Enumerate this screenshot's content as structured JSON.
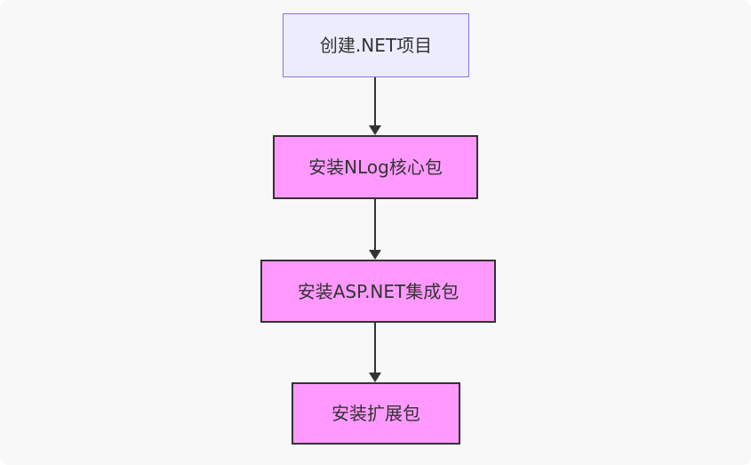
{
  "diagram": {
    "type": "flowchart",
    "direction": "top-down",
    "background_color": "#f8f8f8",
    "edge_color": "#333333",
    "text_color": "#333333",
    "nodes": [
      {
        "id": "A",
        "label": "创建.NET项目",
        "fill": "#ECECFF",
        "stroke": "#9370DB",
        "stroke_width": 1
      },
      {
        "id": "B",
        "label": "安装NLog核心包",
        "fill": "#FF99FF",
        "stroke": "#333333",
        "stroke_width": 2
      },
      {
        "id": "C",
        "label": "安装ASP.NET集成包",
        "fill": "#FF99FF",
        "stroke": "#333333",
        "stroke_width": 2
      },
      {
        "id": "D",
        "label": "安装扩展包",
        "fill": "#FF99FF",
        "stroke": "#333333",
        "stroke_width": 2
      }
    ],
    "edges": [
      {
        "from": "A",
        "to": "B",
        "arrow": "filled-triangle-down"
      },
      {
        "from": "B",
        "to": "C",
        "arrow": "filled-triangle-down"
      },
      {
        "from": "C",
        "to": "D",
        "arrow": "filled-triangle-down"
      }
    ]
  }
}
